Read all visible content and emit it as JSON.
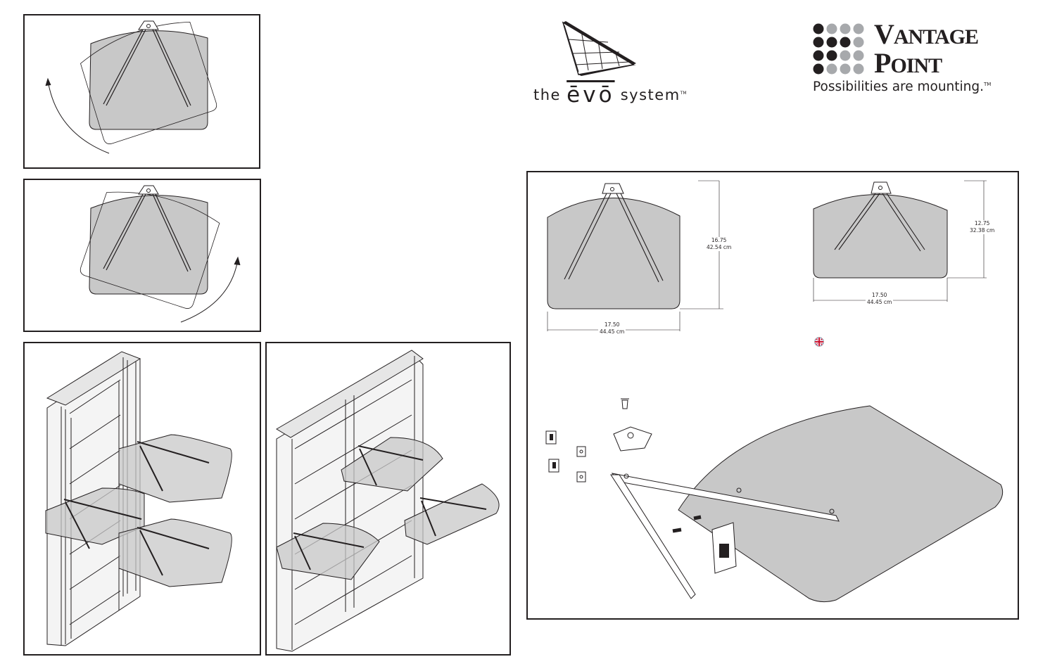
{
  "brand": {
    "evo_prefix": "the",
    "evo_mark": "ēvō",
    "evo_suffix": "system",
    "evo_tm": "TM",
    "vantage_v": "V",
    "vantage_rest": "ANTAGE",
    "point_p": "P",
    "point_rest": "OINT",
    "tagline": "Possibilities are mounting.",
    "tagline_tm": "TM"
  },
  "dimensions": {
    "large_shelf": {
      "height": "16.75",
      "height_metric": "42.54 cm",
      "width": "17.50",
      "width_metric": "44.45 cm"
    },
    "small_shelf": {
      "height": "12.75",
      "height_metric": "32.38 cm",
      "width": "17.50",
      "width_metric": "44.45 cm"
    }
  },
  "icons": {
    "flag": "uk-flag-icon",
    "rotate_ccw": "rotate-counterclockwise-arrow-icon",
    "rotate_cw": "rotate-clockwise-arrow-icon"
  },
  "colors": {
    "glass": "#c8c8c8",
    "line": "#231f20",
    "dot_dark": "#231f20",
    "dot_light": "#a7a9ac"
  }
}
